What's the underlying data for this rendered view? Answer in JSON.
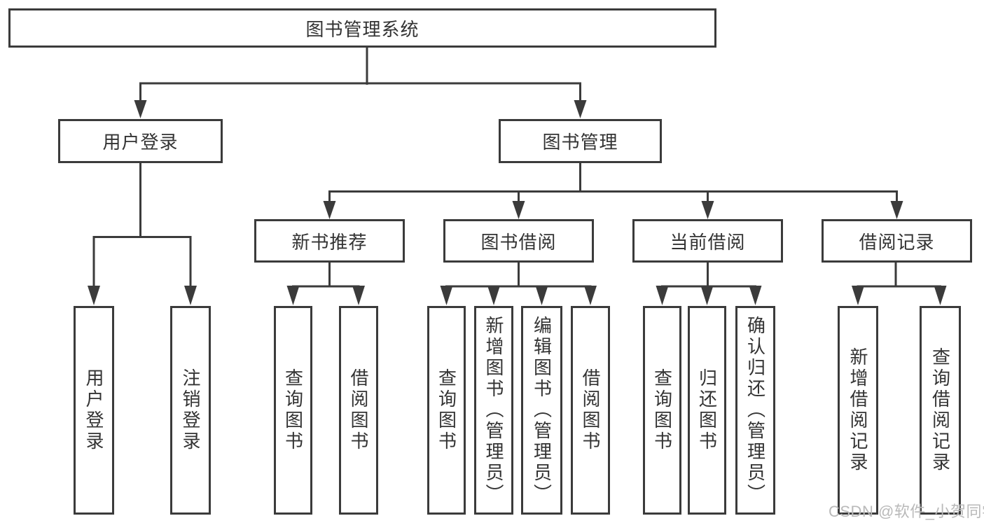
{
  "nodes": {
    "root": "图书管理系统",
    "level2": [
      "用户登录",
      "图书管理"
    ],
    "level3": [
      "新书推荐",
      "图书借阅",
      "当前借阅",
      "借阅记录"
    ],
    "user_login_children": [
      "用户登录",
      "注销登录"
    ],
    "new_book_children": [
      "查询图书",
      "借阅图书"
    ],
    "book_borrow_children": [
      "查询图书",
      "新增图书（管理员）",
      "编辑图书（管理员）",
      "借阅图书"
    ],
    "current_borrow_children": [
      "查询图书",
      "归还图书",
      "确认归还（管理员）"
    ],
    "records_children": [
      "新增借阅记录",
      "查询借阅记录"
    ]
  },
  "watermark": "CSDN @软件_小贺同学",
  "colors": {
    "line": "#3b3b3b",
    "text": "#333333",
    "background": "#ffffff",
    "watermark": "#b9b9b9"
  }
}
